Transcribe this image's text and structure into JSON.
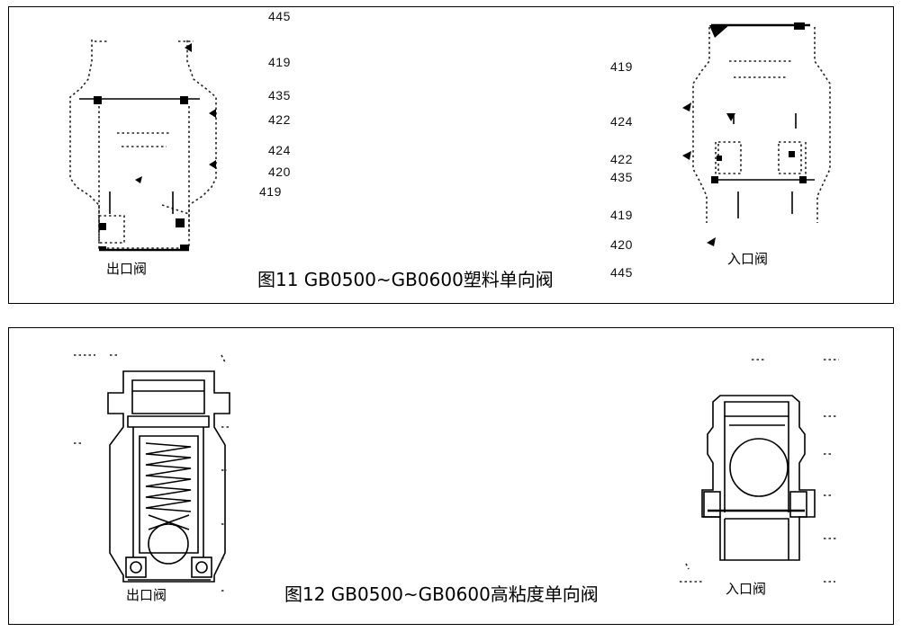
{
  "fig11": {
    "caption": "图11 GB0500~GB0600塑料单向阀",
    "outlet_label": "出口阀",
    "inlet_label": "入口阀",
    "outlet_callouts": [
      "445",
      "419",
      "435",
      "422",
      "424",
      "420",
      "419"
    ],
    "inlet_callouts": [
      "419",
      "424",
      "422",
      "435",
      "419",
      "420",
      "445"
    ]
  },
  "fig12": {
    "caption": "图12 GB0500~GB0600高粘度单向阀",
    "outlet_label": "出口阀",
    "inlet_label": "入口阀"
  }
}
